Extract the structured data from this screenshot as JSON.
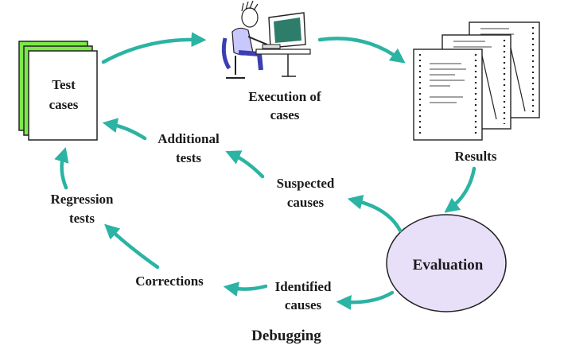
{
  "labels": {
    "test_cases_line1": "Test",
    "test_cases_line2": "cases",
    "execution_line1": "Execution of",
    "execution_line2": "cases",
    "results": "Results",
    "evaluation": "Evaluation",
    "additional_line1": "Additional",
    "additional_line2": "tests",
    "suspected_line1": "Suspected",
    "suspected_line2": "causes",
    "regression_line1": "Regression",
    "regression_line2": "tests",
    "corrections": "Corrections",
    "identified_line1": "Identified",
    "identified_line2": "causes",
    "debugging": "Debugging"
  },
  "colors": {
    "arrow": "#2bb3a3",
    "test_card_stack": "#7ce84a",
    "evaluation_fill": "#e8e0f8",
    "screen": "#2e7d6b"
  },
  "icons": {
    "test_cases": "document-stack-icon",
    "execution": "person-at-computer-icon",
    "results": "printout-stack-icon"
  }
}
